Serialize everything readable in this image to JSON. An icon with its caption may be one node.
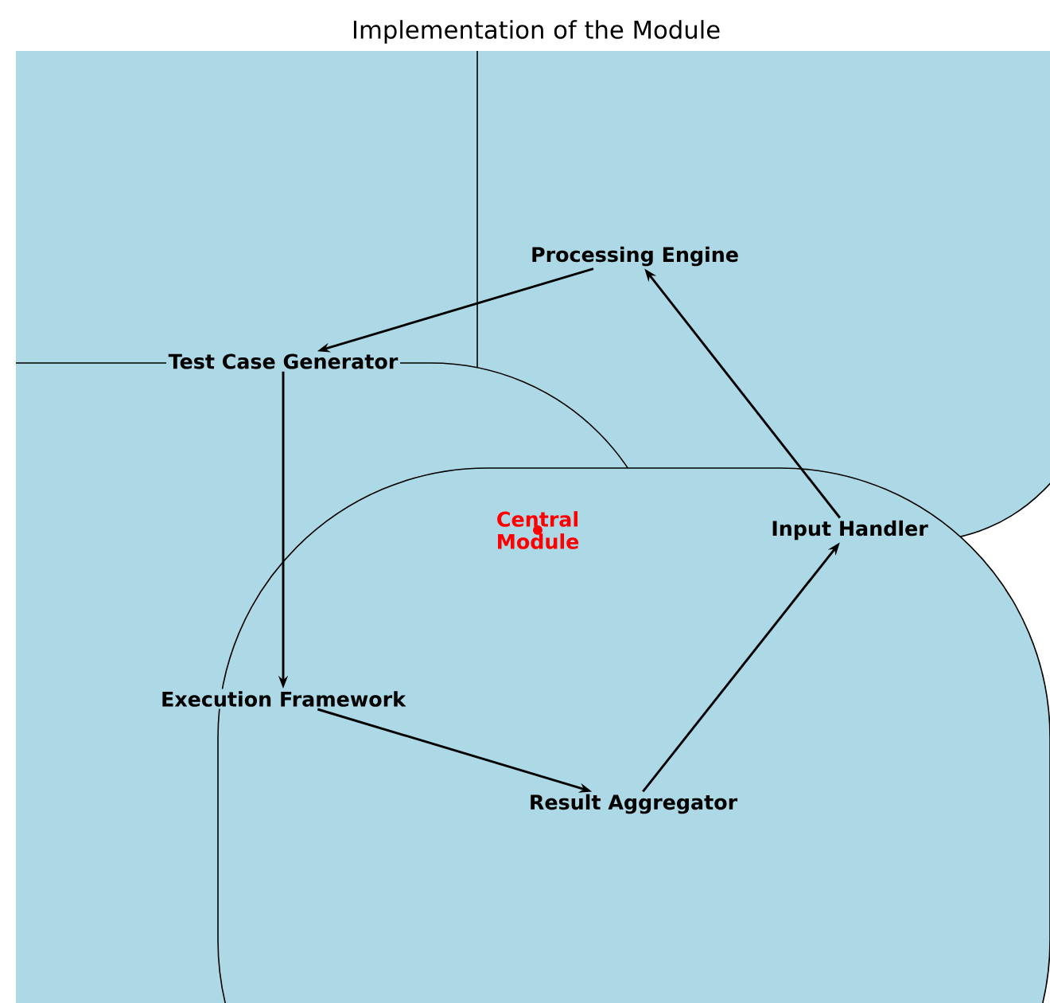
{
  "diagram": {
    "title": "Implementation of the Module",
    "nodes": [
      {
        "text": [
          "Processing Engine"
        ]
      },
      {
        "text": [
          "Test Case Generator"
        ]
      },
      {
        "text": [
          "Central Module"
        ]
      },
      {
        "text": [
          "Input Handler"
        ]
      },
      {
        "text": [
          "Execution Framework"
        ]
      },
      {
        "text": [
          "Result Aggregator"
        ]
      }
    ],
    "edges": [
      {
        "from": 3,
        "to": 0,
        "arrow": "to"
      },
      {
        "from": 0,
        "to": 1,
        "arrow": "to"
      },
      {
        "from": 1,
        "to": 4,
        "arrow": "to"
      },
      {
        "from": 4,
        "to": 5,
        "arrow": "to"
      },
      {
        "from": 5,
        "to": 3,
        "arrow": "to"
      }
    ]
  }
}
